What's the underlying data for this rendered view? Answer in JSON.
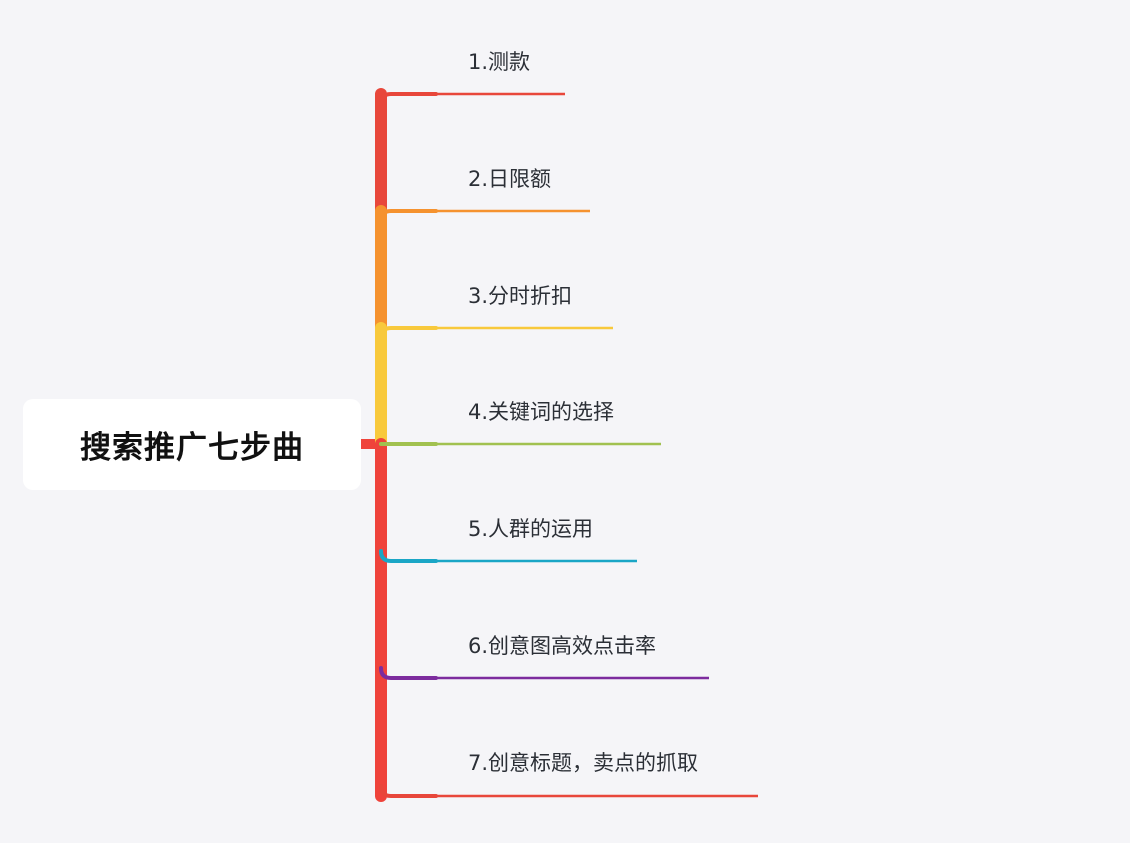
{
  "root": {
    "title": "搜索推广七步曲"
  },
  "branches": [
    {
      "label": "1.测款",
      "color": "#e8473b"
    },
    {
      "label": "2.日限额",
      "color": "#f5922f"
    },
    {
      "label": "3.分时折扣",
      "color": "#f8c93c"
    },
    {
      "label": "4.关键词的选择",
      "color": "#a1c150"
    },
    {
      "label": "5.人群的运用",
      "color": "#1aa6c6"
    },
    {
      "label": "6.创意图高效点击率",
      "color": "#7d2c9e"
    },
    {
      "label": "7.创意标题，卖点的抓取",
      "color": "#e8473b"
    }
  ],
  "colors": {
    "trunk": "#ef433b",
    "background": "#f5f5f8"
  }
}
